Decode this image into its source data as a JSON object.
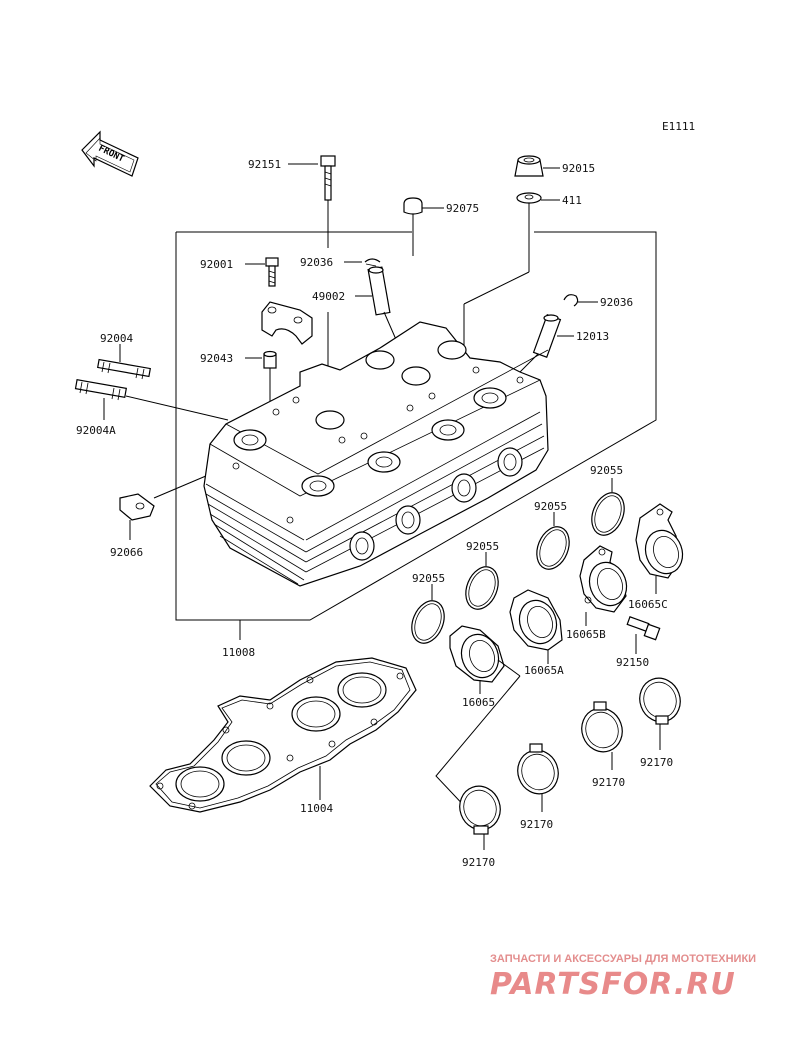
{
  "figure_code": "E1111",
  "front_label": "FRONT",
  "labels": {
    "p92151": "92151",
    "p92015": "92015",
    "p92075": "92075",
    "p411": "411",
    "p92001": "92001",
    "p92036_a": "92036",
    "p49002": "49002",
    "p92036_b": "92036",
    "p12013": "12013",
    "p92043": "92043",
    "p92004": "92004",
    "p92004A": "92004A",
    "p92066": "92066",
    "p92055_a": "92055",
    "p92055_b": "92055",
    "p92055_c": "92055",
    "p92055_d": "92055",
    "p16065C": "16065C",
    "p16065B": "16065B",
    "p16065A": "16065A",
    "p16065": "16065",
    "p92150": "92150",
    "p11008": "11008",
    "p11004": "11004",
    "p92170_a": "92170",
    "p92170_b": "92170",
    "p92170_c": "92170",
    "p92170_d": "92170"
  },
  "watermark": {
    "tagline": "ЗАПЧАСТИ И АКСЕССУАРЫ ДЛЯ МОТОТЕХНИКИ",
    "logo": "PARTSFOR.RU"
  }
}
